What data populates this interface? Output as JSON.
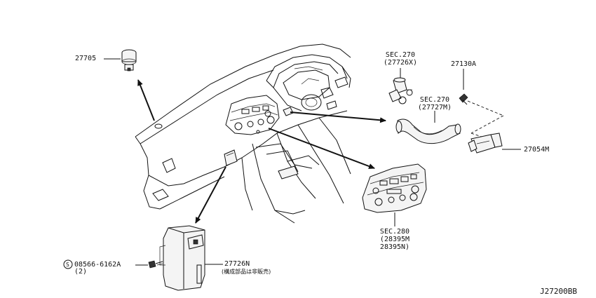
{
  "labels": {
    "p27705": "27705",
    "sec270_a": "SEC.270",
    "sec270_a_sub": "(27726X)",
    "p27130a": "27130A",
    "sec270_b": "SEC.270",
    "sec270_b_sub": "(27727M)",
    "p27054m": "27054M",
    "sec280": "SEC.280",
    "sec280_sub1": "(28395M",
    "sec280_sub2": "28395N)",
    "bolt": "08566-6162A",
    "bolt_qty": "(2)",
    "p27726n": "27726N",
    "p27726n_note": "(構成部品は非販売)",
    "bolt_symbol": "S",
    "diagram_code": "J27200BB"
  }
}
